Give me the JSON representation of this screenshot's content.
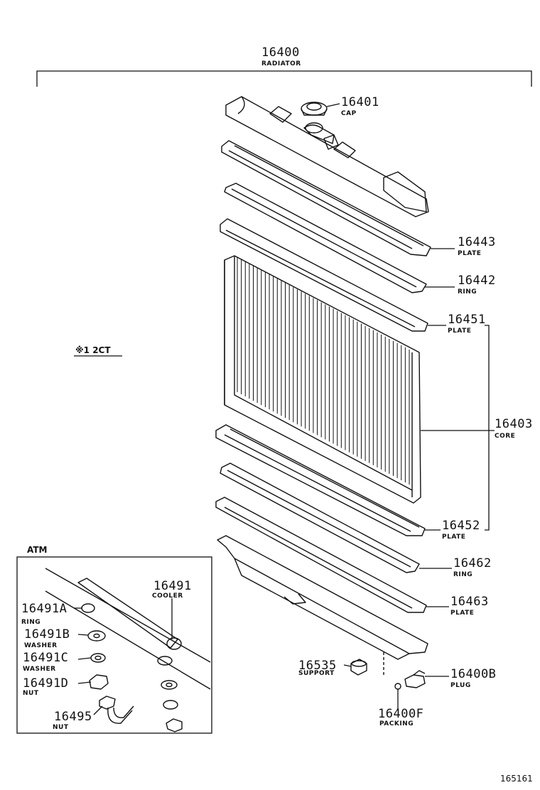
{
  "parts": [
    {
      "number": "16400",
      "name": "RADIATOR"
    },
    {
      "number": "16401",
      "name": "CAP"
    },
    {
      "number": "16443",
      "name": "PLATE"
    },
    {
      "number": "16442",
      "name": "RING"
    },
    {
      "number": "16451",
      "name": "PLATE"
    },
    {
      "number": "16403",
      "name": "CORE"
    },
    {
      "number": "16452",
      "name": "PLATE"
    },
    {
      "number": "16462",
      "name": "RING"
    },
    {
      "number": "16463",
      "name": "PLATE"
    },
    {
      "number": "16535",
      "name": "SUPPORT"
    },
    {
      "number": "16400B",
      "name": "PLUG"
    },
    {
      "number": "16400F",
      "name": "PACKING"
    },
    {
      "number": "16491",
      "name": "COOLER"
    },
    {
      "number": "16491A",
      "name": "RING"
    },
    {
      "number": "16491B",
      "name": "WASHER"
    },
    {
      "number": "16491C",
      "name": "WASHER"
    },
    {
      "number": "16491D",
      "name": "NUT"
    },
    {
      "number": "16495",
      "name": "NUT"
    }
  ],
  "note": "※1 2CT",
  "inset_label": "ATM",
  "figure_id": "165161"
}
